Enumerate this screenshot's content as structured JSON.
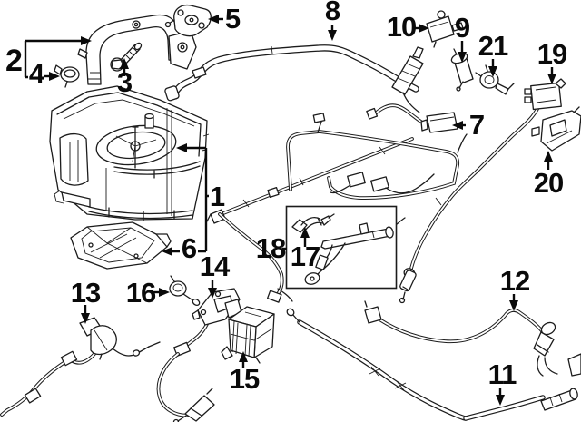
{
  "diagram": {
    "background": "#ffffff",
    "line_color": "#1c1c1c",
    "label_color": "#0a0a0a"
  },
  "callouts": [
    {
      "id": "callout-1",
      "label": "1"
    },
    {
      "id": "callout-2",
      "label": "2"
    },
    {
      "id": "callout-3",
      "label": "3"
    },
    {
      "id": "callout-4",
      "label": "4"
    },
    {
      "id": "callout-5",
      "label": "5"
    },
    {
      "id": "callout-6",
      "label": "6"
    },
    {
      "id": "callout-7",
      "label": "7"
    },
    {
      "id": "callout-8",
      "label": "8"
    },
    {
      "id": "callout-9",
      "label": "9"
    },
    {
      "id": "callout-10",
      "label": "10"
    },
    {
      "id": "callout-11",
      "label": "11"
    },
    {
      "id": "callout-12",
      "label": "12"
    },
    {
      "id": "callout-13",
      "label": "13"
    },
    {
      "id": "callout-14",
      "label": "14"
    },
    {
      "id": "callout-15",
      "label": "15"
    },
    {
      "id": "callout-16",
      "label": "16"
    },
    {
      "id": "callout-17",
      "label": "17"
    },
    {
      "id": "callout-18",
      "label": "18"
    },
    {
      "id": "callout-19",
      "label": "19"
    },
    {
      "id": "callout-20",
      "label": "20"
    },
    {
      "id": "callout-21",
      "label": "21"
    }
  ]
}
